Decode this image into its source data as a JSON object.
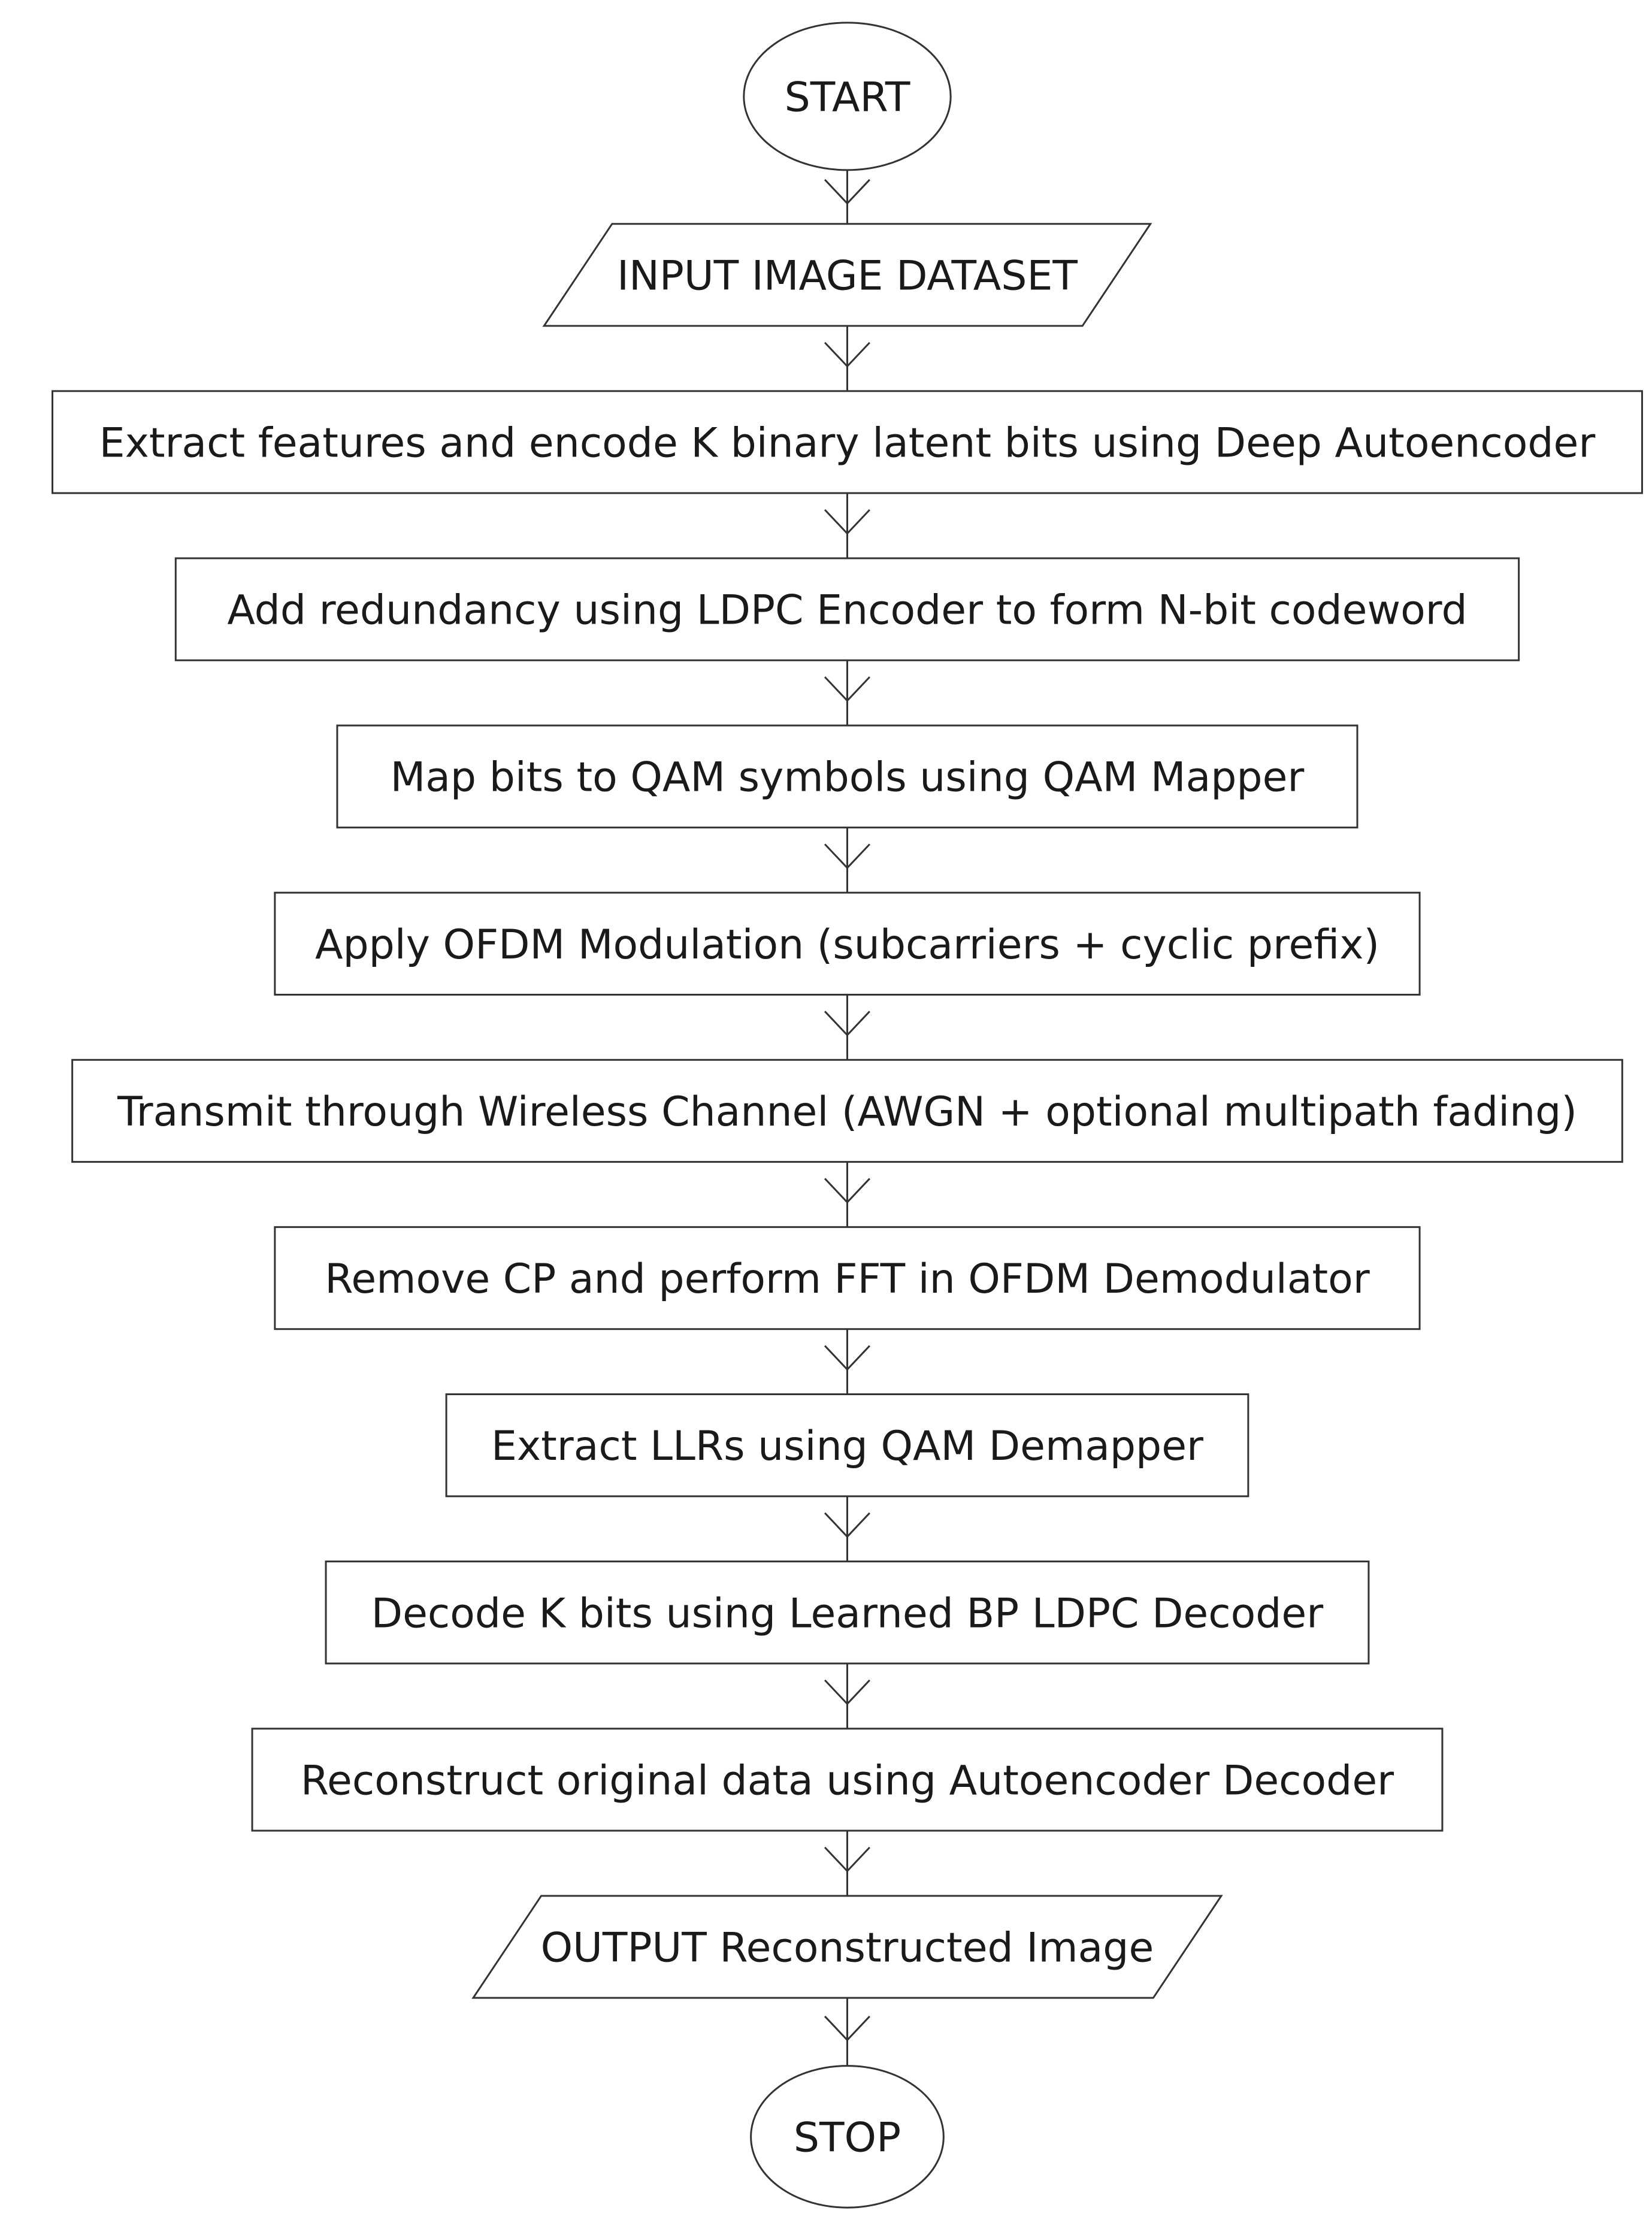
{
  "nodes": [
    {
      "id": "start",
      "shape": "terminal",
      "label": "START"
    },
    {
      "id": "input",
      "shape": "io",
      "label": "INPUT IMAGE DATASET"
    },
    {
      "id": "extract-features",
      "shape": "process",
      "label": "Extract features and encode K binary latent bits using Deep Autoencoder"
    },
    {
      "id": "ldpc-encode",
      "shape": "process",
      "label": "Add redundancy using LDPC Encoder to form N-bit codeword"
    },
    {
      "id": "qam-map",
      "shape": "process",
      "label": "Map bits to QAM symbols using QAM Mapper"
    },
    {
      "id": "ofdm-mod",
      "shape": "process",
      "label": "Apply OFDM Modulation (subcarriers + cyclic prefix)"
    },
    {
      "id": "transmit",
      "shape": "process",
      "label": "Transmit through Wireless Channel (AWGN + optional multipath fading)"
    },
    {
      "id": "ofdm-demod",
      "shape": "process",
      "label": "Remove CP and perform FFT in OFDM Demodulator"
    },
    {
      "id": "qam-demap",
      "shape": "process",
      "label": "Extract LLRs using QAM Demapper"
    },
    {
      "id": "ldpc-decode",
      "shape": "process",
      "label": "Decode K bits using Learned BP LDPC Decoder"
    },
    {
      "id": "reconstruct",
      "shape": "process",
      "label": "Reconstruct original data using Autoencoder Decoder"
    },
    {
      "id": "output",
      "shape": "io",
      "label": "OUTPUT Reconstructed Image"
    },
    {
      "id": "stop",
      "shape": "terminal",
      "label": "STOP"
    }
  ],
  "edges": [
    {
      "from": "start",
      "to": "input"
    },
    {
      "from": "input",
      "to": "extract-features"
    },
    {
      "from": "extract-features",
      "to": "ldpc-encode"
    },
    {
      "from": "ldpc-encode",
      "to": "qam-map"
    },
    {
      "from": "qam-map",
      "to": "ofdm-mod"
    },
    {
      "from": "ofdm-mod",
      "to": "transmit"
    },
    {
      "from": "transmit",
      "to": "ofdm-demod"
    },
    {
      "from": "ofdm-demod",
      "to": "qam-demap"
    },
    {
      "from": "qam-demap",
      "to": "ldpc-decode"
    },
    {
      "from": "ldpc-decode",
      "to": "reconstruct"
    },
    {
      "from": "reconstruct",
      "to": "output"
    },
    {
      "from": "output",
      "to": "stop"
    }
  ],
  "colors": {
    "stroke": "#333333",
    "fill": "#ffffff",
    "text": "#1a1a1a"
  }
}
